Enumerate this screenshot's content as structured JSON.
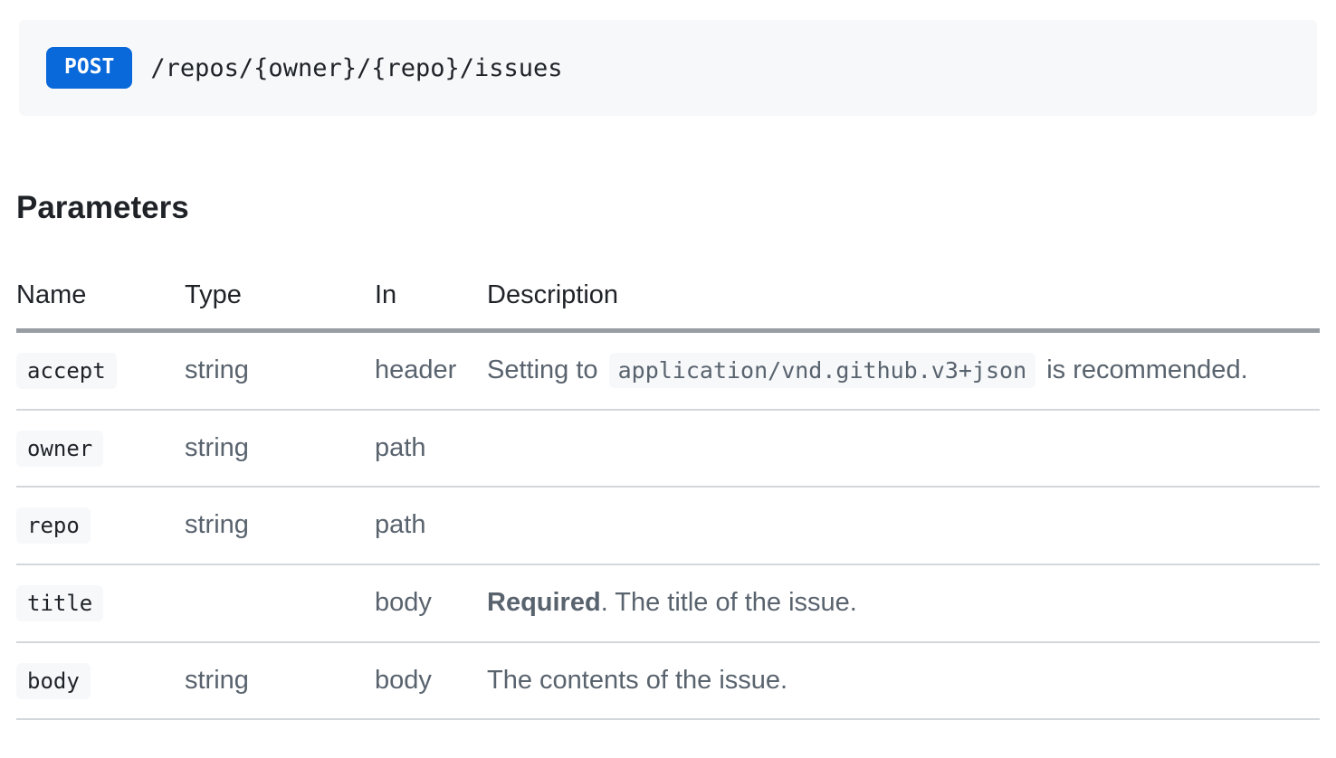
{
  "colors": {
    "accent": "#0969da",
    "endpoint_box_bg": "#f6f8fa",
    "text_dark": "#1f2328",
    "text_muted": "#59636e"
  },
  "endpoint": {
    "method": "POST",
    "path": "/repos/{owner}/{repo}/issues"
  },
  "parameters": {
    "heading": "Parameters",
    "columns": [
      "Name",
      "Type",
      "In",
      "Description"
    ],
    "rows": [
      {
        "name": "accept",
        "type": "string",
        "in": "header",
        "description": [
          {
            "kind": "text",
            "value": "Setting to "
          },
          {
            "kind": "code",
            "value": "application/vnd.github.v3+json"
          },
          {
            "kind": "text",
            "value": " is recommended."
          }
        ]
      },
      {
        "name": "owner",
        "type": "string",
        "in": "path",
        "description": []
      },
      {
        "name": "repo",
        "type": "string",
        "in": "path",
        "description": []
      },
      {
        "name": "title",
        "type": "",
        "in": "body",
        "description": [
          {
            "kind": "bold",
            "value": "Required"
          },
          {
            "kind": "text",
            "value": ". The title of the issue."
          }
        ]
      },
      {
        "name": "body",
        "type": "string",
        "in": "body",
        "description": [
          {
            "kind": "text",
            "value": "The contents of the issue."
          }
        ]
      }
    ]
  }
}
